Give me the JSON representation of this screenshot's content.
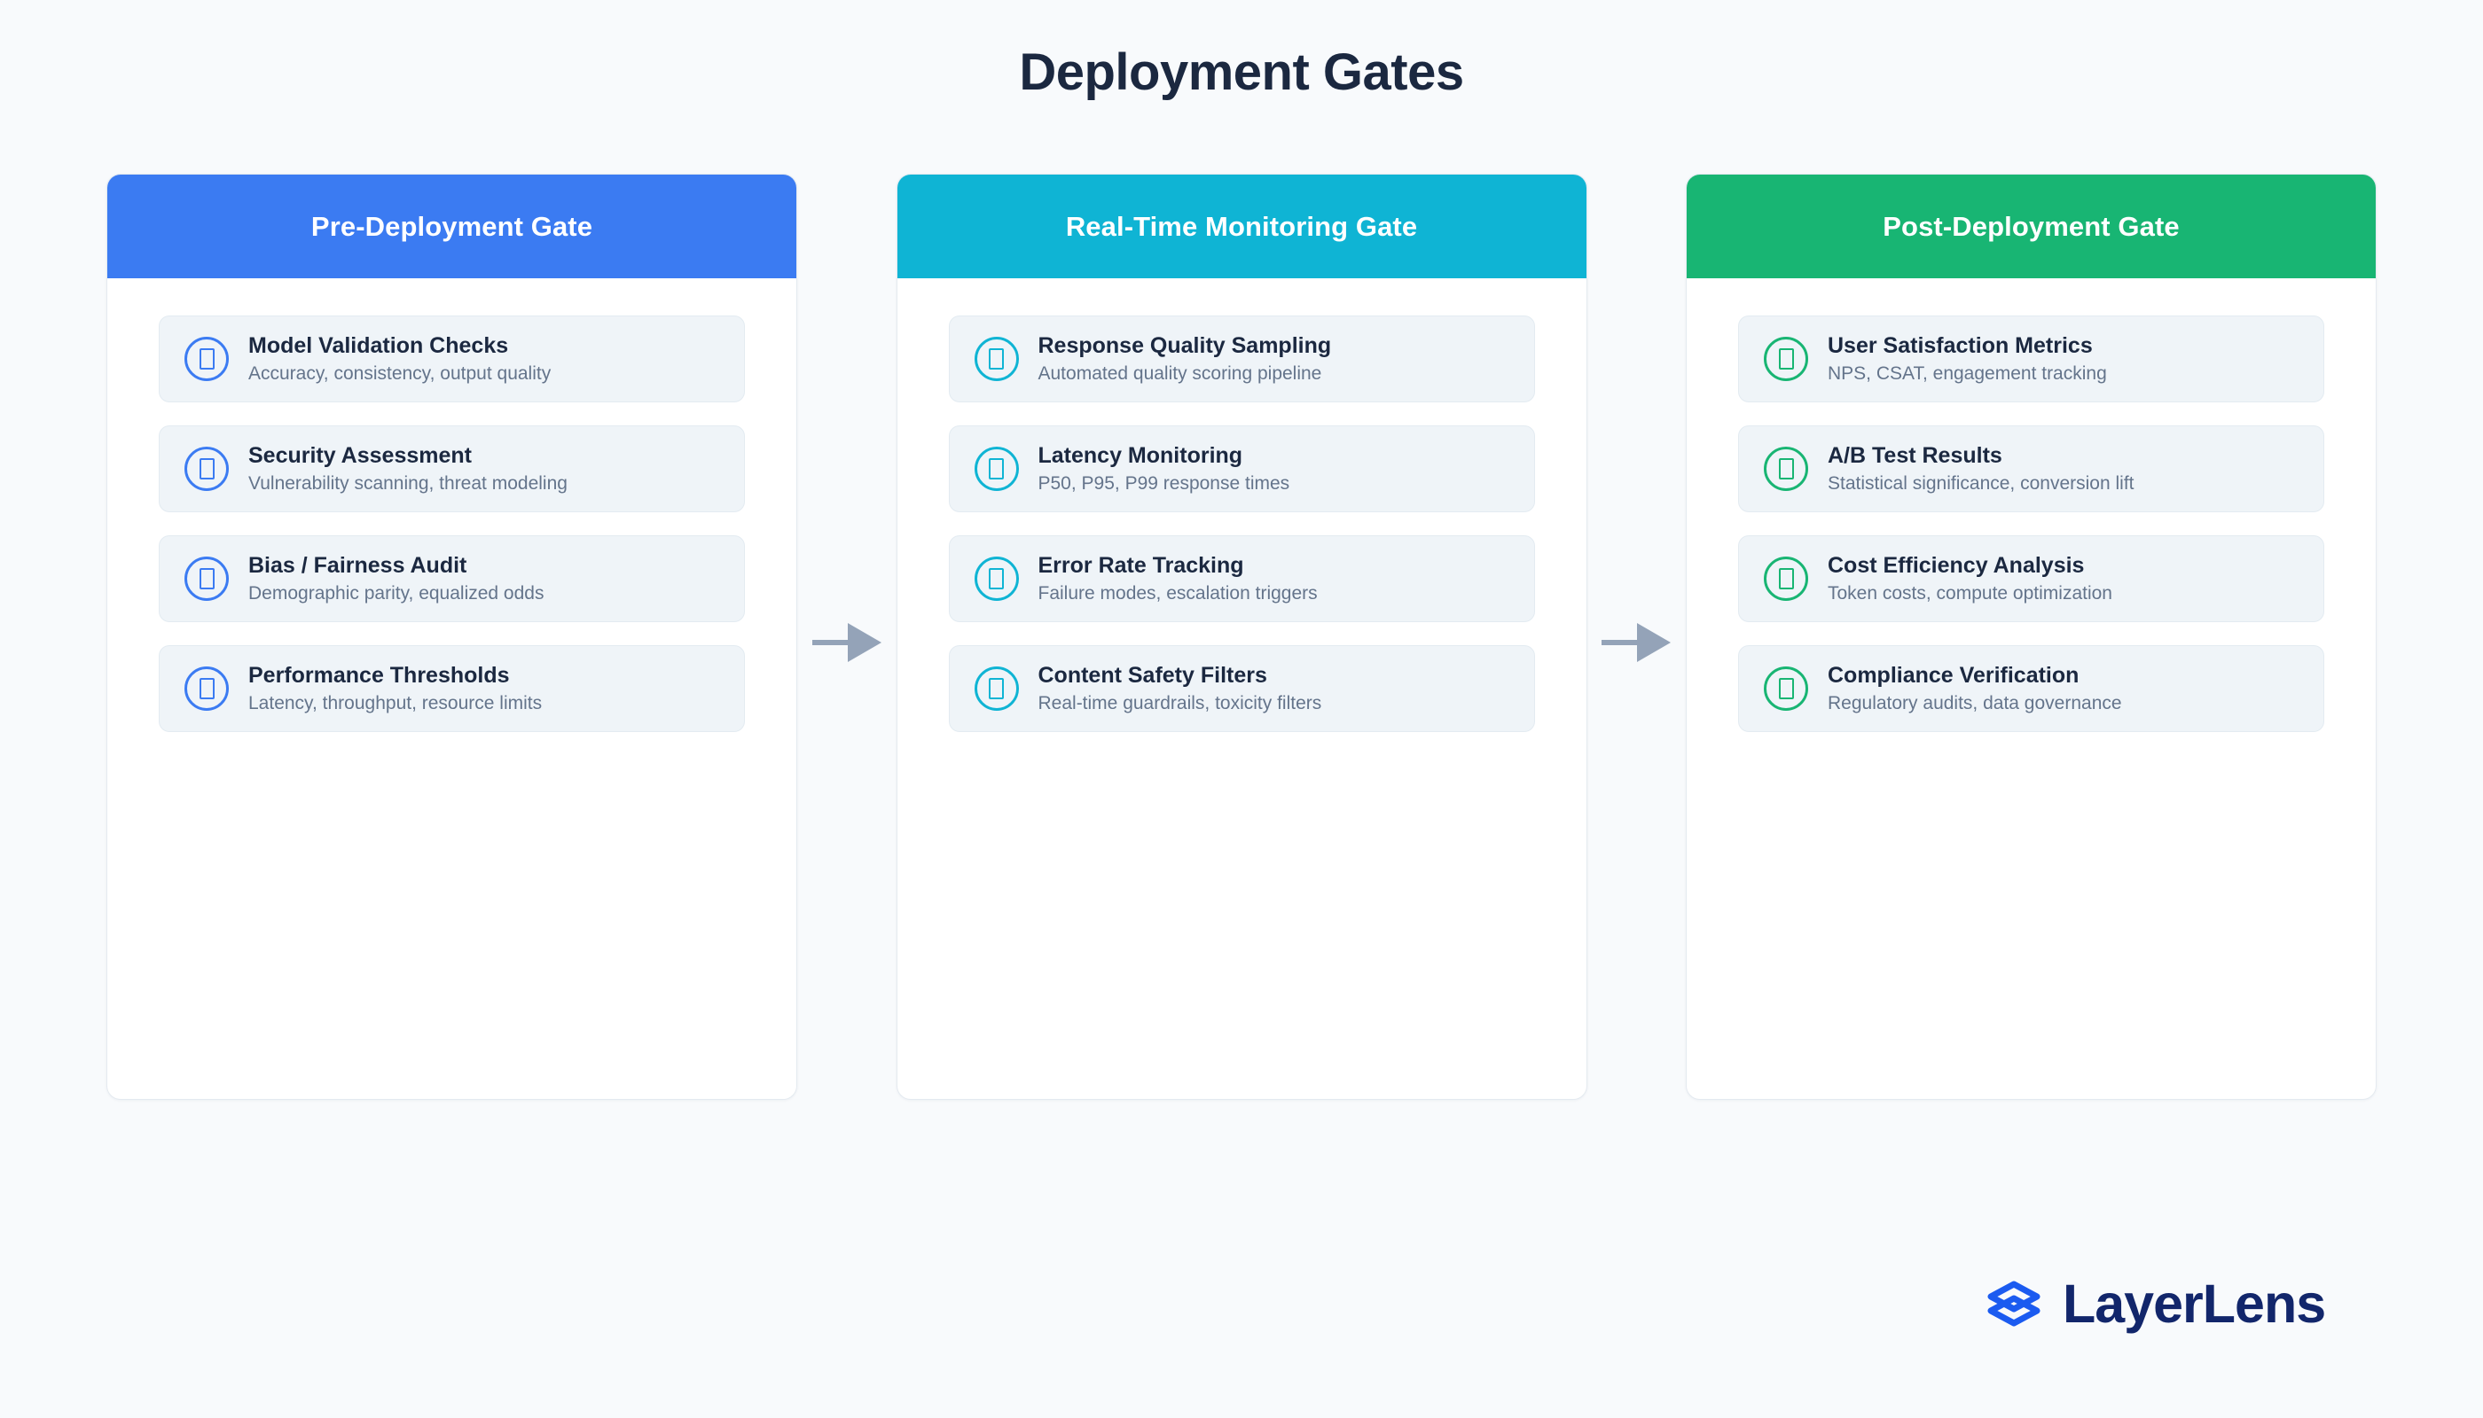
{
  "page": {
    "title": "Deployment Gates",
    "background_color": "#F8FAFC",
    "title_color": "#1B2840"
  },
  "columns": [
    {
      "header": "Pre-Deployment Gate",
      "accent_color": "#3B7BF2",
      "items": [
        {
          "icon": "rounded-square-icon",
          "title": "Model Validation Checks",
          "desc": "Accuracy, consistency, output quality"
        },
        {
          "icon": "rounded-square-icon",
          "title": "Security Assessment",
          "desc": "Vulnerability scanning, threat modeling"
        },
        {
          "icon": "rounded-square-icon",
          "title": "Bias / Fairness Audit",
          "desc": "Demographic parity, equalized odds"
        },
        {
          "icon": "rounded-square-icon",
          "title": "Performance Thresholds",
          "desc": "Latency, throughput, resource limits"
        }
      ]
    },
    {
      "header": "Real-Time Monitoring Gate",
      "accent_color": "#0FB4D4",
      "items": [
        {
          "icon": "rounded-square-icon",
          "title": "Response Quality Sampling",
          "desc": "Automated quality scoring pipeline"
        },
        {
          "icon": "rounded-square-icon",
          "title": "Latency Monitoring",
          "desc": "P50, P95, P99 response times"
        },
        {
          "icon": "rounded-square-icon",
          "title": "Error Rate Tracking",
          "desc": "Failure modes, escalation triggers"
        },
        {
          "icon": "rounded-square-icon",
          "title": "Content Safety Filters",
          "desc": "Real-time guardrails, toxicity filters"
        }
      ]
    },
    {
      "header": "Post-Deployment Gate",
      "accent_color": "#18B573",
      "items": [
        {
          "icon": "rounded-square-icon",
          "title": "User Satisfaction Metrics",
          "desc": "NPS, CSAT, engagement tracking"
        },
        {
          "icon": "rounded-square-icon",
          "title": "A/B Test Results",
          "desc": "Statistical significance, conversion lift"
        },
        {
          "icon": "rounded-square-icon",
          "title": "Cost Efficiency Analysis",
          "desc": "Token costs, compute optimization"
        },
        {
          "icon": "rounded-square-icon",
          "title": "Compliance Verification",
          "desc": "Regulatory audits, data governance"
        }
      ]
    }
  ],
  "connectors": [
    {
      "icon": "arrow-right-icon",
      "color": "#94A3B8"
    },
    {
      "icon": "arrow-right-icon",
      "color": "#94A3B8"
    }
  ],
  "brand": {
    "name": "LayerLens",
    "mark_icon": "layers-diamond-icon",
    "mark_color": "#1B5BF0",
    "name_color": "#12266B"
  }
}
